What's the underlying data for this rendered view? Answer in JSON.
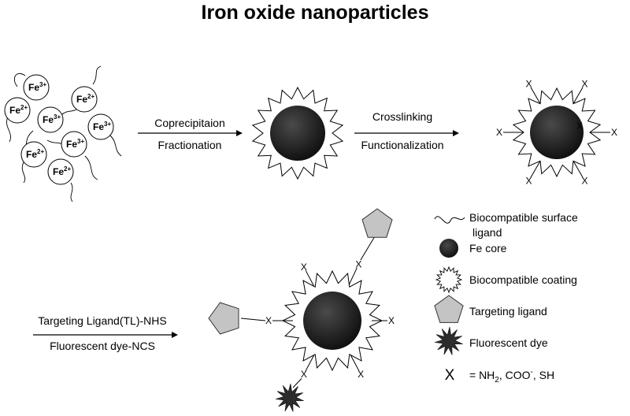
{
  "title": "Iron oxide nanoparticles",
  "ions": [
    {
      "base": "Fe",
      "charge": "3+"
    },
    {
      "base": "Fe",
      "charge": "2+"
    },
    {
      "base": "Fe",
      "charge": "2+"
    },
    {
      "base": "Fe",
      "charge": "3+"
    },
    {
      "base": "Fe",
      "charge": "3+"
    },
    {
      "base": "Fe",
      "charge": "3+"
    },
    {
      "base": "Fe",
      "charge": "2+"
    },
    {
      "base": "Fe",
      "charge": "2+"
    }
  ],
  "step1": {
    "top": "Coprecipitaion",
    "bottom": "Fractionation"
  },
  "step2": {
    "top": "Crosslinking",
    "bottom": "Functionalization"
  },
  "step3": {
    "top": "Targeting Ligand(TL)-NHS",
    "bottom": "Fluorescent dye-NCS"
  },
  "x_mark": "X",
  "legend": {
    "ligand_line1": "Biocompatible surface",
    "ligand_line2": "ligand",
    "core": "Fe core",
    "coating": "Biocompatible coating",
    "targeting": "Targeting ligand",
    "dye": "Fluorescent dye",
    "x_symbol": "X",
    "x_def_prefix": "= NH",
    "x_def_sub": "2",
    "x_def_mid": ", COO",
    "x_def_sup": "-",
    "x_def_suffix": ", SH"
  },
  "colors": {
    "core": "#222222",
    "shape_fill": "#c4c4c4",
    "dye": "#2c2c2c",
    "line": "#000000"
  }
}
